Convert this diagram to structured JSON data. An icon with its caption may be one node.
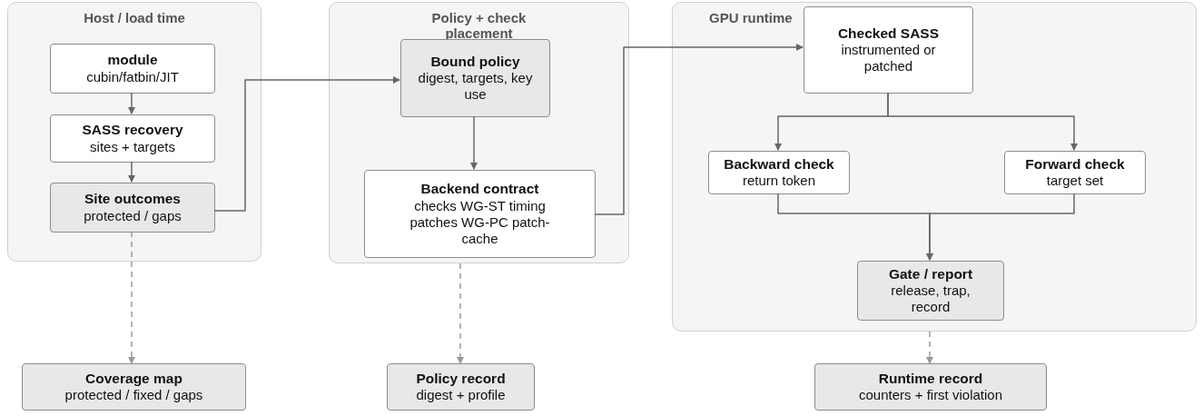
{
  "diagram": {
    "nodes": [
      {
        "text": [
          "Host / load time"
        ]
      },
      {
        "text": [
          "module",
          "cubin/fatbin/JIT"
        ],
        "in": 0
      },
      {
        "text": [
          "SASS recovery",
          "sites + targets"
        ],
        "in": 0
      },
      {
        "text": [
          "Site outcomes",
          "protected / gaps"
        ],
        "in": 0
      },
      {
        "text": [
          "Policy + check placement"
        ]
      },
      {
        "text": [
          "Bound policy",
          "digest, targets, key use"
        ],
        "in": 4
      },
      {
        "text": [
          "Backend contract",
          "checks WG-ST timing patches WG-PC patch-cache"
        ],
        "in": 4
      },
      {
        "text": [
          "GPU runtime"
        ]
      },
      {
        "text": [
          "Checked SASS",
          "instrumented or patched"
        ],
        "in": 7
      },
      {
        "text": [
          "Backward check",
          "return token"
        ],
        "in": 7
      },
      {
        "text": [
          "Forward check",
          "target set"
        ],
        "in": 7
      },
      {
        "text": [
          "Gate / report",
          "release, trap, record"
        ],
        "in": 7
      },
      {
        "text": [
          "Coverage map",
          "protected / fixed / gaps"
        ]
      },
      {
        "text": [
          "Policy record",
          "digest + profile"
        ]
      },
      {
        "text": [
          "Runtime record",
          "counters + first violation"
        ]
      }
    ],
    "edges": [
      {
        "from": 1,
        "to": 2,
        "arrow": "to"
      },
      {
        "from": 2,
        "to": 3,
        "arrow": "to"
      },
      {
        "from": 3,
        "to": 5,
        "arrow": "to"
      },
      {
        "from": 5,
        "to": 6,
        "arrow": "to"
      },
      {
        "from": 6,
        "to": 8,
        "arrow": "to"
      },
      {
        "from": 8,
        "to": 9,
        "arrow": "to"
      },
      {
        "from": 8,
        "to": 10,
        "arrow": "to"
      },
      {
        "from": 9,
        "to": 11,
        "arrow": "to"
      },
      {
        "from": 10,
        "to": 11,
        "arrow": "to"
      },
      {
        "from": 3,
        "to": 12,
        "arrow": "to",
        "style": "dashed",
        "color": "#999999"
      },
      {
        "from": 4,
        "to": 13,
        "arrow": "to",
        "style": "dashed",
        "color": "#999999"
      },
      {
        "from": 7,
        "to": 14,
        "arrow": "to",
        "style": "dashed",
        "color": "#999999"
      }
    ]
  }
}
